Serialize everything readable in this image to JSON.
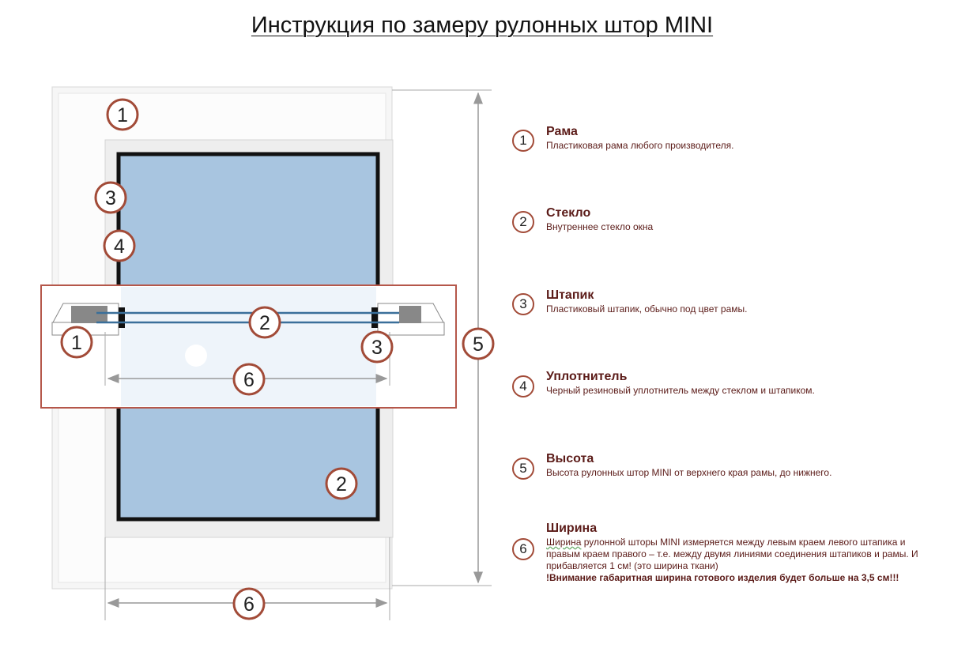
{
  "title": "Инструкция по замеру рулонных штор MINI",
  "diagram_labels": {
    "frame": "1",
    "glass": "2",
    "glazing_bead": "3",
    "seal": "4",
    "height": "5",
    "width": "6"
  },
  "legend": [
    {
      "num": "1",
      "title": "Рама",
      "desc": "Пластиковая рама любого производителя."
    },
    {
      "num": "2",
      "title": "Стекло",
      "desc": "Внутреннее стекло окна"
    },
    {
      "num": "3",
      "title": "Штапик",
      "desc": "Пластиковый штапик, обычно под цвет рамы."
    },
    {
      "num": "4",
      "title": "Уплотнитель",
      "desc": "Черный резиновый уплотнитель между стеклом и штапиком."
    },
    {
      "num": "5",
      "title": "Высота",
      "desc": "Высота рулонных штор MINI от верхнего края рамы, до нижнего."
    },
    {
      "num": "6",
      "title": "Ширина",
      "desc_first_word": "Ширина",
      "desc": " рулонной шторы MINI  измеряется между левым  краем левого штапика и правым краем правого – т.е. между двумя линиями соединения штапиков и рамы. И прибавляется 1 см! (это ширина ткани)",
      "warning": "!Внимание габаритная ширина готового изделия будет больше на 3,5 см!!!"
    }
  ],
  "colors": {
    "accent": "#a24b38",
    "text": "#5b1b18",
    "glass": "#a8c5e0"
  }
}
